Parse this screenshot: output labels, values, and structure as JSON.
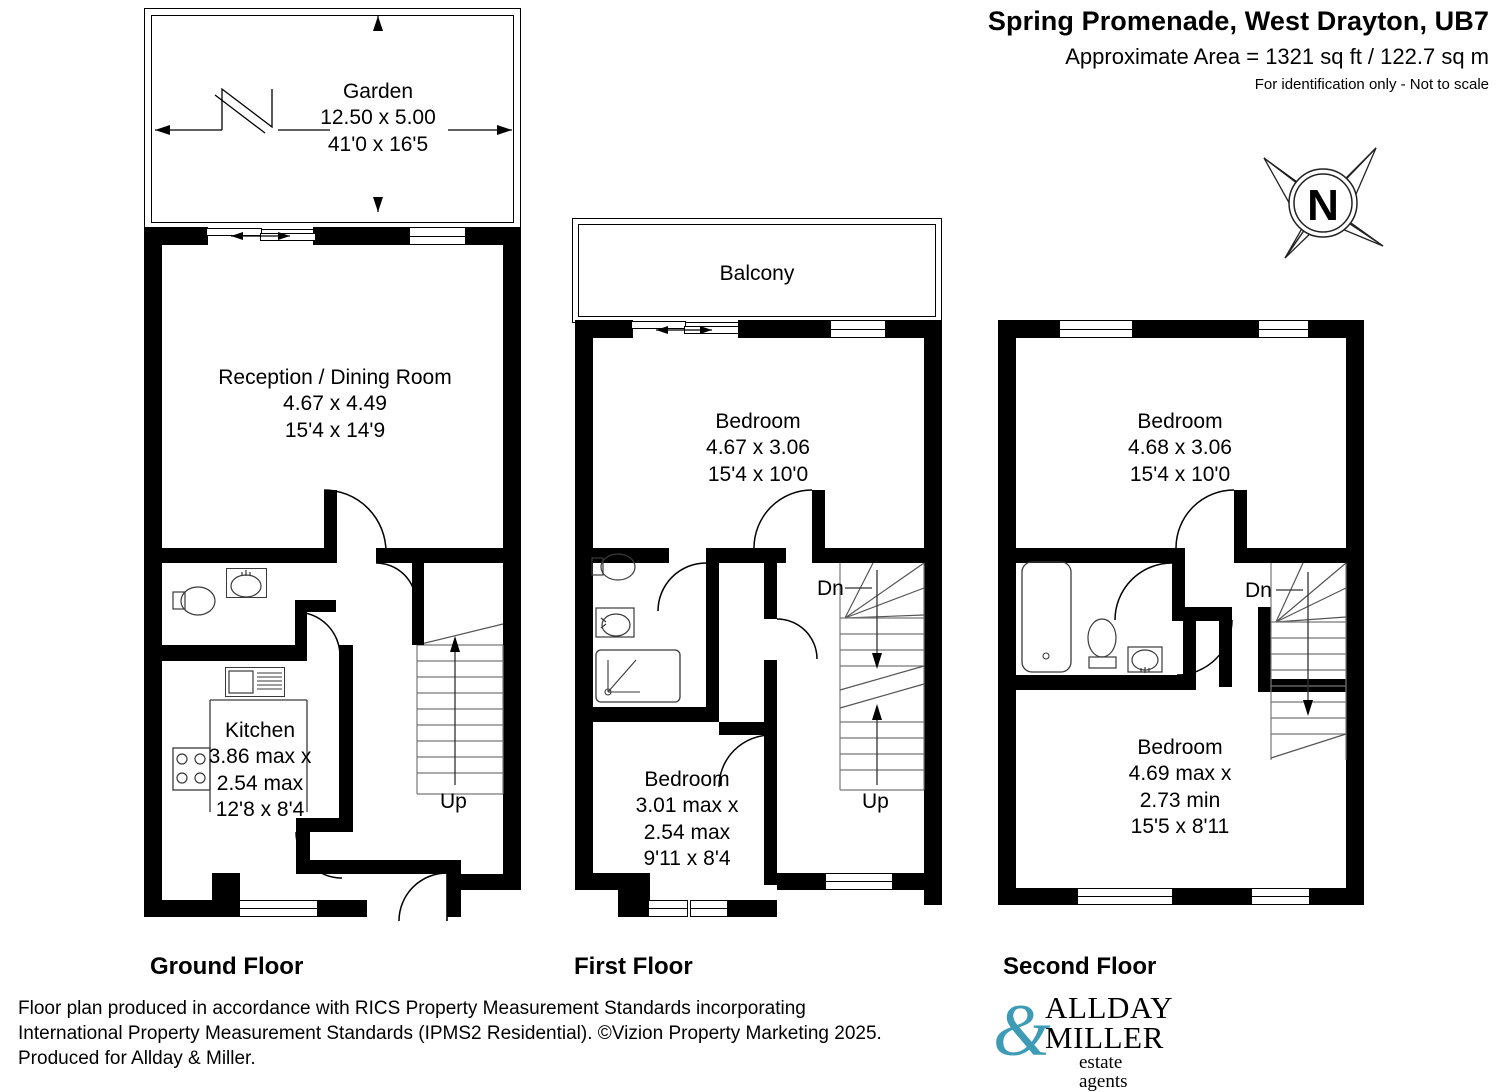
{
  "header": {
    "title": "Spring Promenade, West Drayton, UB7",
    "area": "Approximate Area = 1321 sq ft / 122.7 sq m",
    "disclaimer": "For identification only - Not to scale"
  },
  "compass": {
    "label": "N"
  },
  "floors": [
    {
      "id": "ground",
      "caption": "Ground Floor"
    },
    {
      "id": "first",
      "caption": "First Floor"
    },
    {
      "id": "second",
      "caption": "Second Floor"
    }
  ],
  "rooms": {
    "garden": {
      "name": "Garden",
      "metric": "12.50 x 5.00",
      "imperial": "41'0 x 16'5"
    },
    "reception": {
      "name": "Reception / Dining Room",
      "metric": "4.67 x 4.49",
      "imperial": "15'4 x 14'9"
    },
    "kitchen": {
      "name": "Kitchen",
      "metric_a": "3.86 max x",
      "metric_b": "2.54 max",
      "imperial": "12'8 x 8'4"
    },
    "balcony": {
      "name": "Balcony"
    },
    "bed_first_front": {
      "name": "Bedroom",
      "metric": "4.67 x 3.06",
      "imperial": "15'4 x 10'0"
    },
    "bed_first_rear": {
      "name": "Bedroom",
      "metric_a": "3.01 max x",
      "metric_b": "2.54 max",
      "imperial": "9'11 x 8'4"
    },
    "bed_second_front": {
      "name": "Bedroom",
      "metric": "4.68 x 3.06",
      "imperial": "15'4 x 10'0"
    },
    "bed_second_rear": {
      "name": "Bedroom",
      "metric_a": "4.69 max x",
      "metric_b": "2.73 min",
      "imperial": "15'5 x 8'11"
    }
  },
  "stairs": {
    "ground_up": "Up",
    "first_dn": "Dn",
    "first_up": "Up",
    "second_dn": "Dn"
  },
  "footer": {
    "line1": "Floor plan produced in accordance with RICS Property Measurement Standards incorporating",
    "line2": "International Property Measurement Standards (IPMS2 Residential). ©Vizion Property Marketing 2025.",
    "line3": "Produced for Allday & Miller."
  },
  "logo": {
    "ampersand": "&",
    "line1": "ALLDAY",
    "line2": "MILLER",
    "line3": "estate agents",
    "accent_color": "#3E9BB5"
  }
}
